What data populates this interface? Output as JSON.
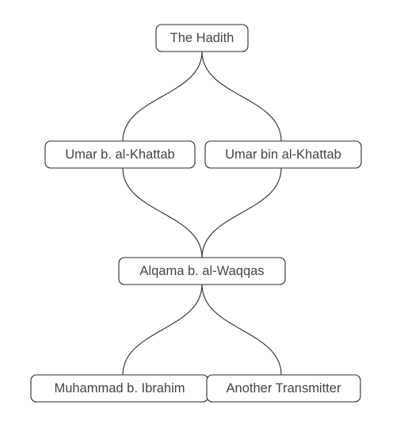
{
  "diagram": {
    "nodes": [
      {
        "id": "hadith",
        "label": "The Hadith"
      },
      {
        "id": "umar1",
        "label": "Umar b. al-Khattab"
      },
      {
        "id": "umar2",
        "label": "Umar bin al-Khattab"
      },
      {
        "id": "alqama",
        "label": "Alqama b. al-Waqqas"
      },
      {
        "id": "muhammad",
        "label": "Muhammad b. Ibrahim"
      },
      {
        "id": "another",
        "label": "Another Transmitter"
      }
    ],
    "edges": [
      {
        "from": "hadith",
        "to": "umar1"
      },
      {
        "from": "hadith",
        "to": "umar2"
      },
      {
        "from": "umar1",
        "to": "alqama"
      },
      {
        "from": "umar2",
        "to": "alqama"
      },
      {
        "from": "alqama",
        "to": "muhammad"
      },
      {
        "from": "alqama",
        "to": "another"
      }
    ]
  }
}
